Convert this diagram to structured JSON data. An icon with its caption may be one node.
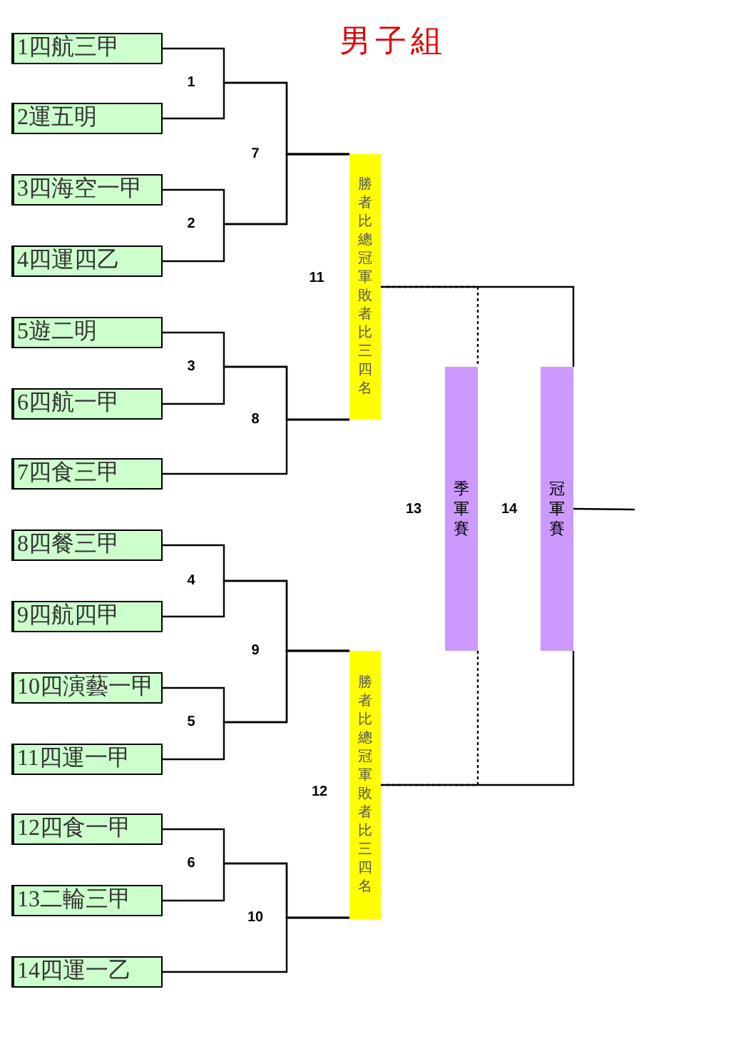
{
  "diagram": {
    "title": "男子組",
    "nodes": [
      {
        "text": [
          "1四航三甲"
        ]
      },
      {
        "text": [
          "2運五明"
        ]
      },
      {
        "text": [
          "3四海空一甲"
        ]
      },
      {
        "text": [
          "4四運四乙"
        ]
      },
      {
        "text": [
          "5遊二明"
        ]
      },
      {
        "text": [
          "6四航一甲"
        ]
      },
      {
        "text": [
          "7四食三甲"
        ]
      },
      {
        "text": [
          "8四餐三甲"
        ]
      },
      {
        "text": [
          "9四航四甲"
        ]
      },
      {
        "text": [
          "10四演藝一甲"
        ]
      },
      {
        "text": [
          "11四運一甲"
        ]
      },
      {
        "text": [
          "12四食一甲"
        ]
      },
      {
        "text": [
          "13二輪三甲"
        ]
      },
      {
        "text": [
          "14四運一乙"
        ]
      },
      {
        "text": [
          "勝者比總冠軍敗者比三四名"
        ]
      },
      {
        "text": [
          "勝者比總冠軍敗者比三四名"
        ]
      },
      {
        "text": [
          "季軍賽"
        ]
      },
      {
        "text": [
          "冠軍賽"
        ]
      }
    ],
    "edges": [
      {
        "from": 0,
        "to": 14,
        "arrow": "none"
      },
      {
        "from": 1,
        "to": 14,
        "arrow": "none"
      },
      {
        "from": 2,
        "to": 14,
        "arrow": "none"
      },
      {
        "from": 3,
        "to": 14,
        "arrow": "none"
      },
      {
        "from": 4,
        "to": 14,
        "arrow": "none"
      },
      {
        "from": 5,
        "to": 14,
        "arrow": "none"
      },
      {
        "from": 6,
        "to": 14,
        "arrow": "none"
      },
      {
        "from": 7,
        "to": 15,
        "arrow": "none"
      },
      {
        "from": 8,
        "to": 15,
        "arrow": "none"
      },
      {
        "from": 9,
        "to": 15,
        "arrow": "none"
      },
      {
        "from": 10,
        "to": 15,
        "arrow": "none"
      },
      {
        "from": 11,
        "to": 15,
        "arrow": "none"
      },
      {
        "from": 12,
        "to": 15,
        "arrow": "none"
      },
      {
        "from": 13,
        "to": 15,
        "arrow": "none"
      },
      {
        "from": 14,
        "to": 17,
        "arrow": "none"
      },
      {
        "from": 15,
        "to": 17,
        "arrow": "none"
      },
      {
        "from": 14,
        "to": 16,
        "arrow": "none",
        "style": "dashed"
      },
      {
        "from": 15,
        "to": 16,
        "arrow": "none",
        "style": "dashed"
      },
      {
        "from": 17,
        "to": null,
        "arrow": "none"
      }
    ],
    "labels": [
      "1",
      "7",
      "2",
      "11",
      "3",
      "8",
      "13",
      "14",
      "4",
      "9",
      "5",
      "12",
      "6",
      "10"
    ]
  }
}
